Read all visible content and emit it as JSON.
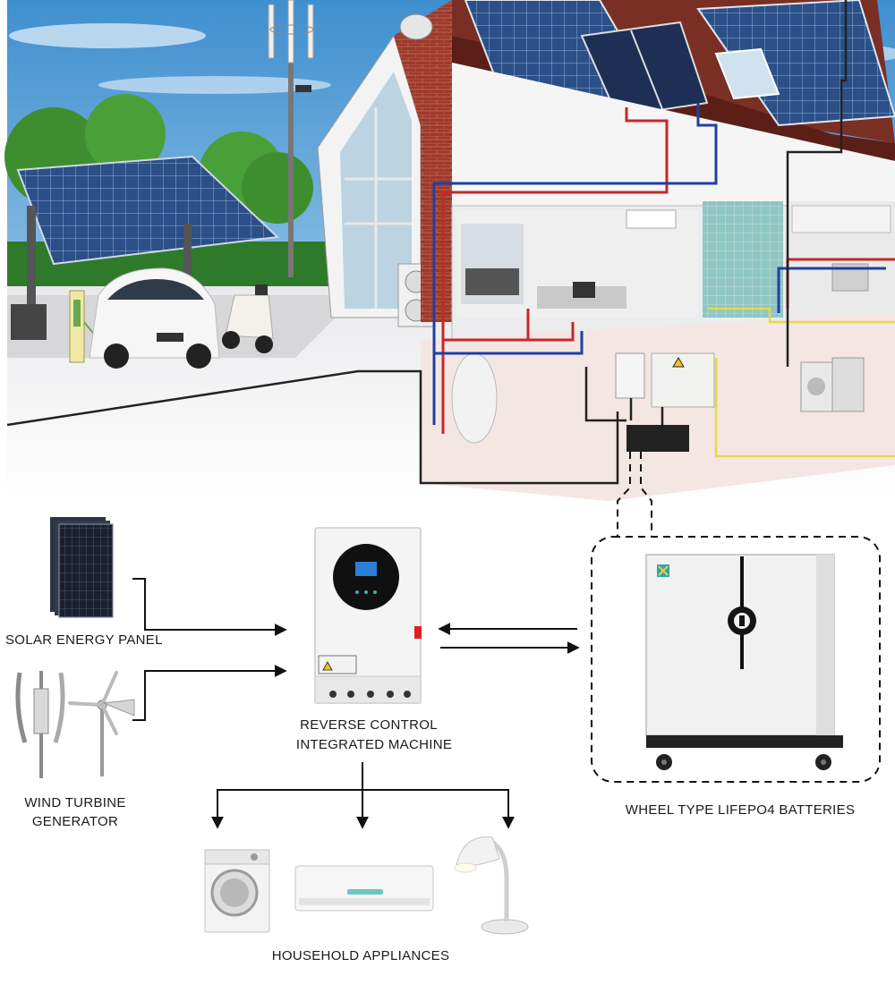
{
  "labels": {
    "solar_panel": "SOLAR ENERGY PANEL",
    "wind_turbine_line1": "WIND TURBINE",
    "wind_turbine_line2": "GENERATOR",
    "inverter_line1": "REVERSE CONTROL",
    "inverter_line2": "INTEGRATED MACHINE",
    "batteries": "WHEEL TYPE LIFEPO4 BATTERIES",
    "appliances": "HOUSEHOLD APPLIANCES"
  },
  "colors": {
    "sky": "#5ea6d8",
    "roof": "#7a2f24",
    "brick": "#9c3a2c",
    "solar": "#2b4f86",
    "hot_pipe": "#c62828",
    "cold_pipe": "#1f3fa8",
    "ac_cable": "#e8d84a",
    "dc_cable": "#222222",
    "inverter_screen": "#101010",
    "battery_accent": "#2aa7b8"
  },
  "icons": [
    "solar-panel-icon",
    "wind-turbine-icon",
    "inverter-icon",
    "battery-icon",
    "washing-machine-icon",
    "air-conditioner-icon",
    "lamp-icon",
    "car-icon",
    "scooter-icon"
  ]
}
